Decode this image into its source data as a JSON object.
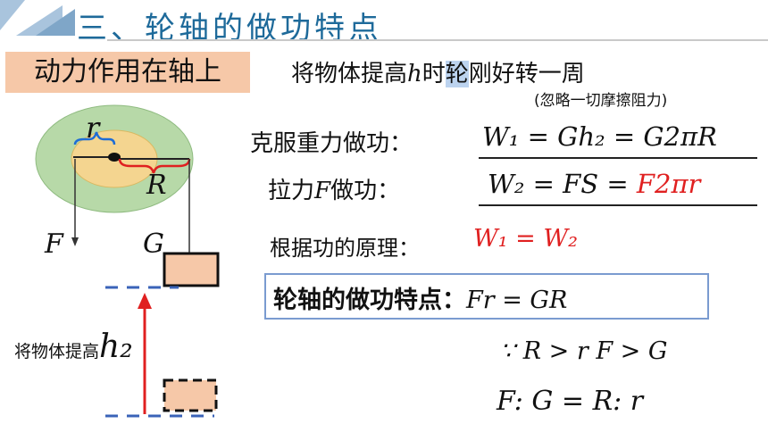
{
  "header": {
    "title": "三、轮轴的做功特点",
    "accent_color": "#1e6a9a",
    "decor_color": "#a9c4dd"
  },
  "badge": {
    "text": "动力作用在轴上",
    "bg_color": "#f6c8a8"
  },
  "statement": {
    "prefix": "将物体提高",
    "var": "h",
    "mid": "时",
    "highlight": "轮",
    "suffix": "刚好转一周",
    "note": "(忽略一切摩擦阻力)"
  },
  "rows": [
    {
      "label": "克服重力做功：",
      "equation": "W₁ = Gh₂ = G2πR"
    },
    {
      "label_prefix": "拉力",
      "label_var": "F",
      "label_suffix": "做功：",
      "equation_black": "W₂ = FS = ",
      "equation_red": "F2πr"
    }
  ],
  "principle": {
    "label": "根据功的原理：",
    "equation": "W₁ = W₂"
  },
  "feature": {
    "label": "轮轴的做功特点：",
    "equation": "Fr = GR"
  },
  "conclusion": {
    "compare": "∵ R > r   F > G",
    "ratio": "F: G = R: r"
  },
  "diagram": {
    "label_r": "r",
    "label_R": "R",
    "label_F": "F",
    "label_G": "G",
    "lift_text": "将物体提高",
    "lift_var": "h₂",
    "colors": {
      "wheel": "#b7d9a8",
      "axle": "#f4d590",
      "brace_r": "#1e6dd6",
      "brace_R": "#e02020",
      "block": "#f6c8a8",
      "arrow": "#e02020",
      "dash": "#3a63b8"
    }
  }
}
